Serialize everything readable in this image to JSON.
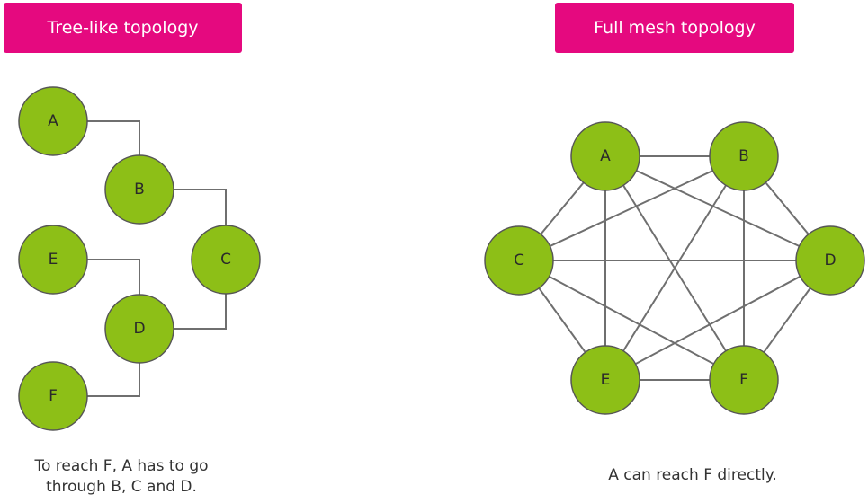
{
  "colors": {
    "accent": "#e5097f",
    "node_fill": "#8dbf17",
    "node_stroke": "#565656",
    "edge": "#6f6f6f"
  },
  "tree": {
    "title": "Tree-like topology",
    "caption": "To reach F, A has to go\nthrough B, C and D.",
    "nodes": [
      "A",
      "B",
      "C",
      "D",
      "E",
      "F"
    ],
    "edges": [
      [
        "A",
        "B"
      ],
      [
        "B",
        "C"
      ],
      [
        "C",
        "D"
      ],
      [
        "E",
        "D"
      ],
      [
        "D",
        "F"
      ]
    ]
  },
  "mesh": {
    "title": "Full mesh topology",
    "caption": "A can reach F directly.",
    "nodes": [
      "A",
      "B",
      "C",
      "D",
      "E",
      "F"
    ],
    "edges": "all-pairs"
  }
}
